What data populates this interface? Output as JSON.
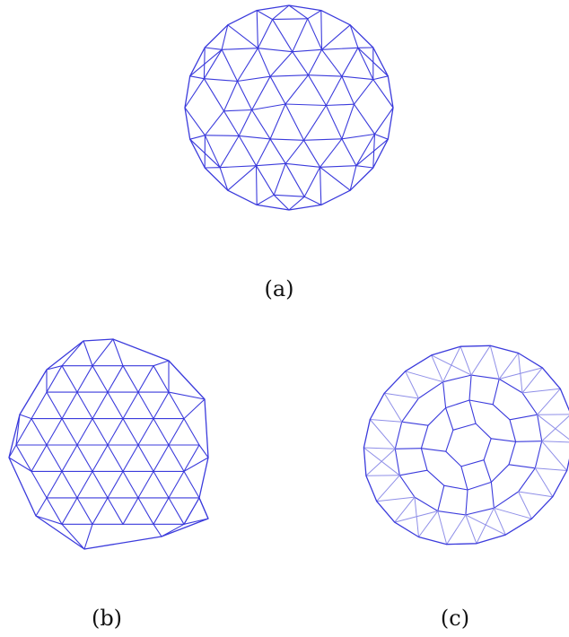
{
  "colors": {
    "mesh_stroke": "#3b3bdc",
    "mesh_stroke_light": "#8f8fe8",
    "label": "#111111",
    "background": "#ffffff"
  },
  "panels": [
    {
      "label": "(a)",
      "mesh": "triangular-disk"
    },
    {
      "label": "(b)",
      "mesh": "triangular-hexagonal-patch"
    },
    {
      "label": "(c)",
      "mesh": "polygonal-voronoi-disk"
    }
  ]
}
